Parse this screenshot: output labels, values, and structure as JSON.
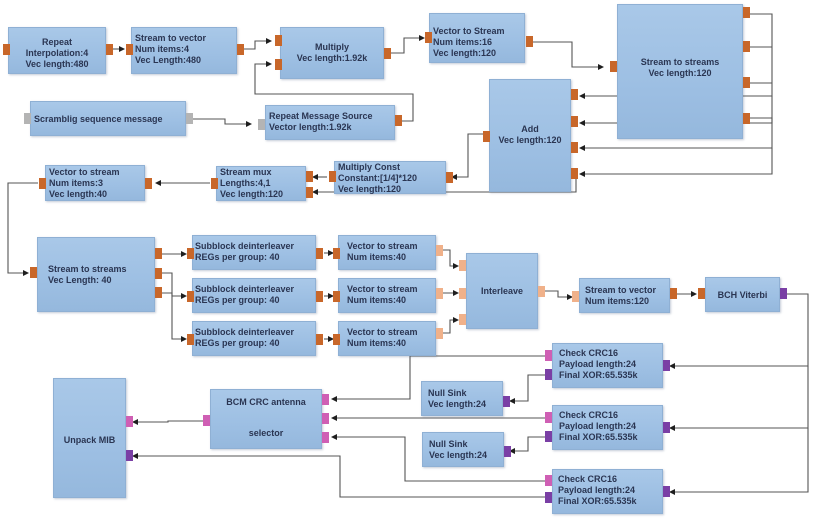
{
  "diagram": {
    "type": "signal-flow-graph",
    "blocks": {
      "repeat": {
        "lines": [
          "Repeat",
          "Interpolation:4",
          "Vec length:480"
        ]
      },
      "stream_to_vector_1": {
        "lines": [
          "Stream to vector",
          "Num items:4",
          "Vec Length:480"
        ]
      },
      "multiply": {
        "lines": [
          "Multiply",
          "Vec length:1.92k"
        ]
      },
      "vector_to_stream_1": {
        "lines": [
          "Vector to Stream",
          "Num items:16",
          "Vec length:120"
        ]
      },
      "stream_to_streams_1": {
        "lines": [
          "Stream to streams",
          "Vec length:120"
        ]
      },
      "scrambling_seq": {
        "lines": [
          "Scramblig sequence message"
        ]
      },
      "repeat_msg_source": {
        "lines": [
          "Repeat Message Source",
          "Vector length:1.92k"
        ]
      },
      "add": {
        "lines": [
          "Add",
          "Vec length:120"
        ]
      },
      "multiply_const": {
        "lines": [
          "Multiply Const",
          "Constant:[1/4]*120",
          "Vec length:120"
        ]
      },
      "stream_mux": {
        "lines": [
          "Stream mux",
          "Lengths:4,1",
          "Vec length:120"
        ]
      },
      "vector_to_stream_2": {
        "lines": [
          "Vector to stream",
          "Num items:3",
          "Vec length:40"
        ]
      },
      "stream_to_streams_2": {
        "lines": [
          "Stream to streams",
          "Vec Length: 40"
        ]
      },
      "subblock_1": {
        "lines": [
          "Subblock deinterleaver",
          "REGs per group: 40"
        ]
      },
      "subblock_2": {
        "lines": [
          "Subblock deinterleaver",
          "REGs per group: 40"
        ]
      },
      "subblock_3": {
        "lines": [
          "Subblock deinterleaver",
          "REGs per group: 40"
        ]
      },
      "vts_a": {
        "lines": [
          "Vector to stream",
          "Num items:40"
        ]
      },
      "vts_b": {
        "lines": [
          "Vector to stream",
          "Num items:40"
        ]
      },
      "vts_c": {
        "lines": [
          "Vector to stream",
          "Num items:40"
        ]
      },
      "interleave": {
        "lines": [
          "Interleave"
        ]
      },
      "stream_to_vector_2": {
        "lines": [
          "Stream to vector",
          "Num items:120"
        ]
      },
      "bch_viterbi": {
        "lines": [
          "BCH Viterbi"
        ]
      },
      "crc_1": {
        "lines": [
          "Check CRC16",
          "Payload length:24",
          "Final XOR:65.535k"
        ]
      },
      "crc_2": {
        "lines": [
          "Check CRC16",
          "Payload length:24",
          "Final XOR:65.535k"
        ]
      },
      "crc_3": {
        "lines": [
          "Check CRC16",
          "Payload length:24",
          "Final XOR:65.535k"
        ]
      },
      "null_sink_1": {
        "lines": [
          "Null Sink",
          "Vec length:24"
        ]
      },
      "null_sink_2": {
        "lines": [
          "Null Sink",
          "Vec length:24"
        ]
      },
      "bcm_selector": {
        "lines": [
          "BCM CRC antenna",
          "selector"
        ]
      },
      "unpack_mib": {
        "lines": [
          "Unpack MIB"
        ]
      }
    },
    "colors": {
      "block_fill": "#a3c4e6",
      "block_text": "#2a3552",
      "port_complex": "#c8672a",
      "port_float": "#f0b18a",
      "port_byte": "#b4b4b4",
      "port_short": "#cf5fb4",
      "port_int": "#7a3fa5",
      "wire": "#4a4a4a"
    }
  }
}
